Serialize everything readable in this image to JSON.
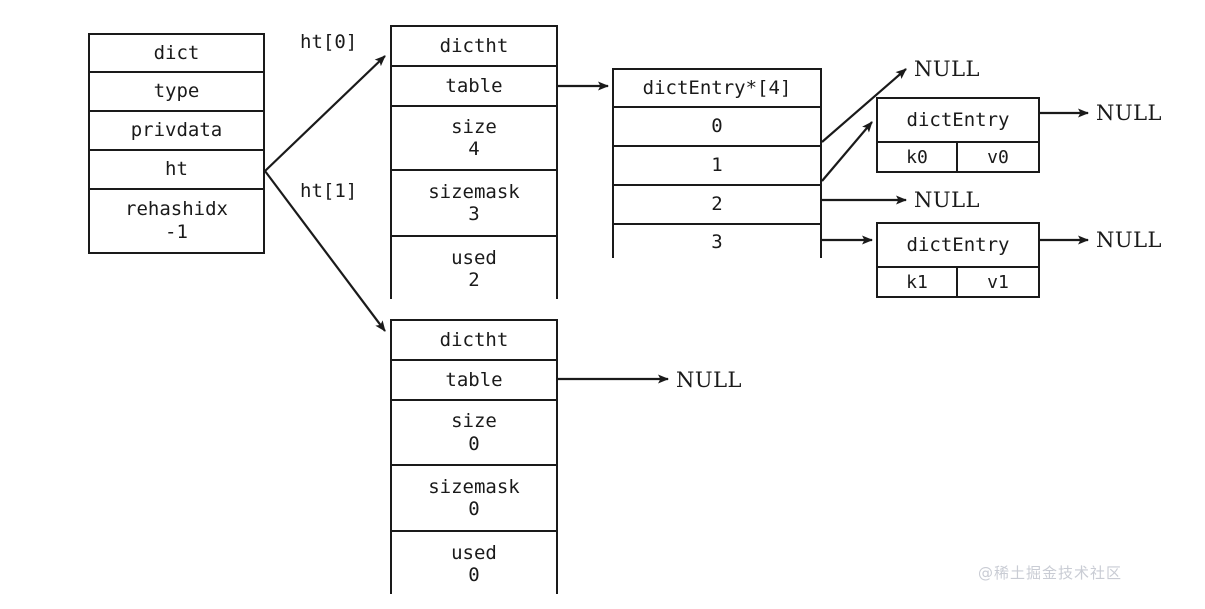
{
  "figure": {
    "top_cut_text": "",
    "watermark": "@稀土掘金技术社区"
  },
  "dict_struct": {
    "title": "dict",
    "fields": [
      {
        "label": "type",
        "value": ""
      },
      {
        "label": "privdata",
        "value": ""
      },
      {
        "label": "ht",
        "value": ""
      },
      {
        "label": "rehashidx",
        "value": "-1"
      }
    ]
  },
  "pointer_labels": {
    "ht0": "ht[0]",
    "ht1": "ht[1]"
  },
  "dictht0": {
    "title": "dictht",
    "fields": [
      {
        "label": "table",
        "value": ""
      },
      {
        "label": "size",
        "value": "4"
      },
      {
        "label": "sizemask",
        "value": "3"
      },
      {
        "label": "used",
        "value": "2"
      }
    ]
  },
  "dictht1": {
    "title": "dictht",
    "fields": [
      {
        "label": "table",
        "value": ""
      },
      {
        "label": "size",
        "value": "0"
      },
      {
        "label": "sizemask",
        "value": "0"
      },
      {
        "label": "used",
        "value": "0"
      }
    ]
  },
  "bucket_array": {
    "title": "dictEntry*[4]",
    "slots": [
      {
        "index": "0",
        "target": "NULL"
      },
      {
        "index": "1",
        "target": "dictEntry k0"
      },
      {
        "index": "2",
        "target": "NULL"
      },
      {
        "index": "3",
        "target": "dictEntry k1"
      }
    ]
  },
  "entries": [
    {
      "title": "dictEntry",
      "key": "k0",
      "value": "v0",
      "next": "NULL"
    },
    {
      "title": "dictEntry",
      "key": "k1",
      "value": "v1",
      "next": "NULL"
    }
  ],
  "null_labels": {
    "slot0": "NULL",
    "entry0_next": "NULL",
    "slot2": "NULL",
    "entry1_next": "NULL",
    "dictht1_table": "NULL"
  },
  "colors": {
    "stroke": "#1a1a1a",
    "background": "#ffffff",
    "watermark": "#c9ccd4"
  }
}
